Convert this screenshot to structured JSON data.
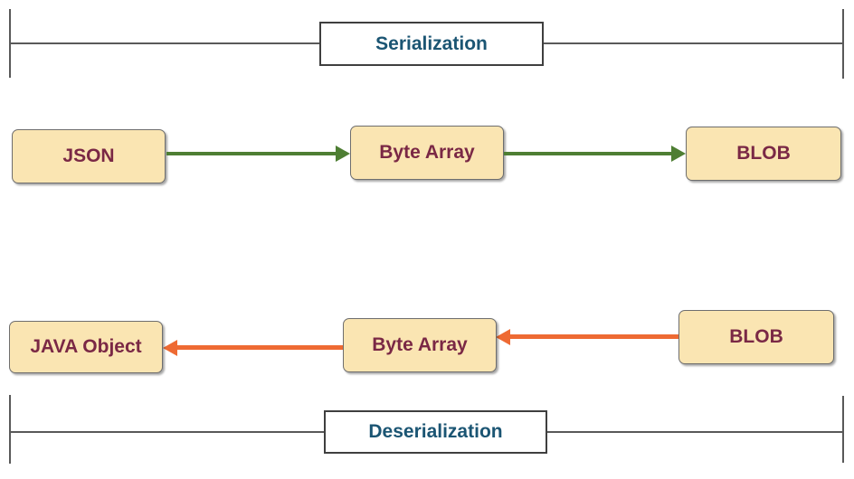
{
  "diagram": {
    "type": "flow-diagram",
    "colors": {
      "node_fill": "#fae5b2",
      "node_border": "#6e6e6e",
      "node_text": "#7a2845",
      "title_text": "#1b5573",
      "title_border": "#3f3f3f",
      "bracket_line": "#595959",
      "serialization_arrow": "#4e7e33",
      "deserialization_arrow": "#ee6a33"
    },
    "serialization": {
      "label": "Serialization",
      "json_label": "JSON",
      "byte_array_label": "Byte Array",
      "blob_label": "BLOB",
      "flow": [
        "JSON",
        "Byte Array",
        "BLOB"
      ],
      "arrow_direction": "right"
    },
    "deserialization": {
      "label": "Deserialization",
      "blob_label": "BLOB",
      "byte_array_label": "Byte Array",
      "java_object_label": "JAVA Object",
      "flow": [
        "BLOB",
        "Byte Array",
        "JAVA Object"
      ],
      "arrow_direction": "left"
    }
  }
}
